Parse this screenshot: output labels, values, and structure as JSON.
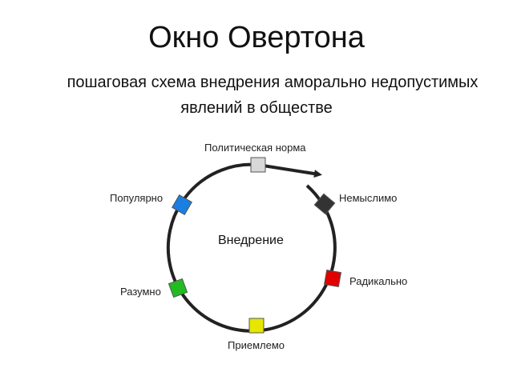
{
  "title": "Окно Овертона",
  "subtitle_line1": "пошаговая схема внедрения аморально недопустимых",
  "subtitle_line2": "явлений в обществе",
  "center_label": "Внедрение",
  "stages": [
    {
      "label": "Немыслимо",
      "color": "#333333"
    },
    {
      "label": "Радикально",
      "color": "#e00000"
    },
    {
      "label": "Приемлемо",
      "color": "#e6e600"
    },
    {
      "label": "Разумно",
      "color": "#22bb22"
    },
    {
      "label": "Популярно",
      "color": "#1a7fe0"
    },
    {
      "label": "Политическая норма",
      "color": "#d8d8d8"
    }
  ]
}
